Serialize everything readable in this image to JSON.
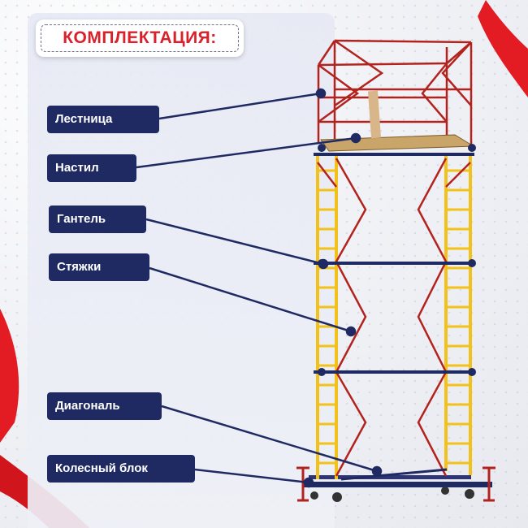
{
  "title": "КОМПЛЕКТАЦИЯ:",
  "labels": {
    "ladder": "Лестница",
    "deck": "Настил",
    "dumbbell": "Гантель",
    "ties": "Стяжки",
    "diagonal": "Диагональ",
    "wheel_block": "Колесный блок"
  },
  "colors": {
    "title_red": "#d9202b",
    "label_bg": "#1f2a63",
    "frame_red": "#b3231e",
    "frame_yellow": "#f2c21a",
    "connector_blue": "#1f2a63",
    "ribbon": "#e31b23"
  }
}
